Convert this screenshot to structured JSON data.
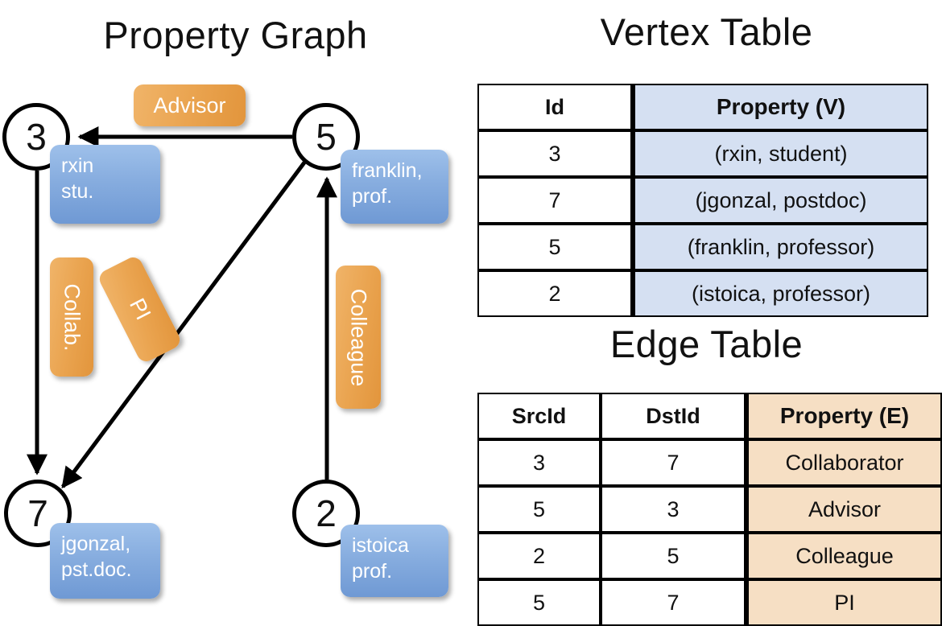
{
  "titles": {
    "property_graph": "Property Graph",
    "vertex_table": "Vertex Table",
    "edge_table": "Edge Table"
  },
  "graph": {
    "vertices": [
      {
        "id": "3",
        "label_line1": "rxin",
        "label_line2": "stu."
      },
      {
        "id": "5",
        "label_line1": "franklin,",
        "label_line2": "prof."
      },
      {
        "id": "7",
        "label_line1": "jgonzal,",
        "label_line2": "pst.doc."
      },
      {
        "id": "2",
        "label_line1": "istoica",
        "label_line2": "prof."
      }
    ],
    "edge_labels": {
      "advisor": "Advisor",
      "collab": "Collab.",
      "colleague": "Colleague",
      "pi": "PI"
    }
  },
  "vertex_table": {
    "headers": [
      "Id",
      "Property (V)"
    ],
    "rows": [
      [
        "3",
        "(rxin, student)"
      ],
      [
        "7",
        "(jgonzal, postdoc)"
      ],
      [
        "5",
        "(franklin, professor)"
      ],
      [
        "2",
        "(istoica, professor)"
      ]
    ]
  },
  "edge_table": {
    "headers": [
      "SrcId",
      "DstId",
      "Property (E)"
    ],
    "rows": [
      [
        "3",
        "7",
        "Collaborator"
      ],
      [
        "5",
        "3",
        "Advisor"
      ],
      [
        "2",
        "5",
        "Colleague"
      ],
      [
        "5",
        "7",
        "PI"
      ]
    ]
  },
  "colors": {
    "vertex_property_fill": "#d5e0f2",
    "edge_property_fill": "#f6dfc4",
    "node_callout_blue": "#87addf",
    "edge_callout_orange": "#eaa450",
    "stroke": "#000000",
    "background": "#ffffff"
  }
}
